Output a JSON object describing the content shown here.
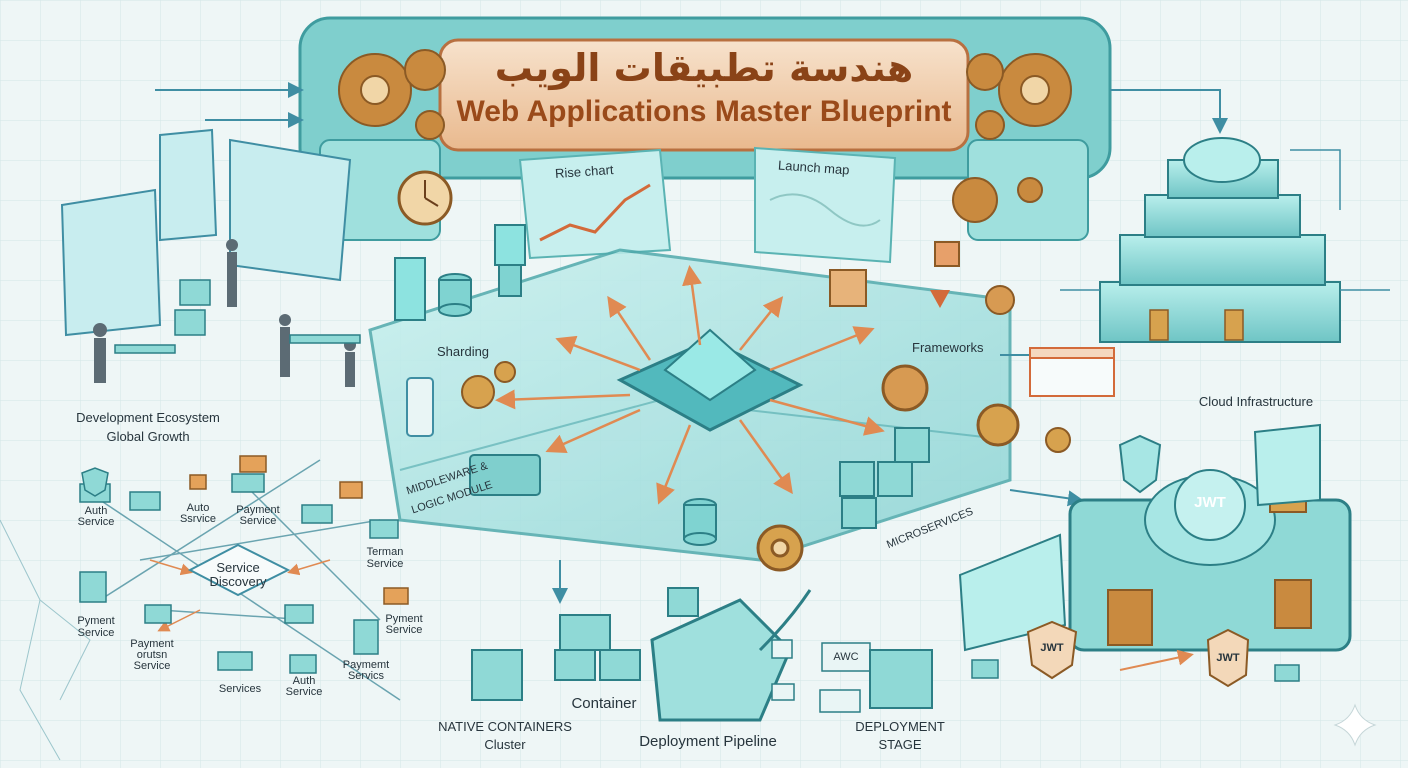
{
  "title": {
    "arabic": "هندسة تطبيقات الويب",
    "english": "Web Applications Master Blueprint"
  },
  "screens": {
    "rise_chart": "Rise chart",
    "launch_map": "Launch map"
  },
  "platform": {
    "sharding": "Sharding",
    "frameworks": "Frameworks",
    "middleware_line1": "MIDDLEWARE &",
    "middleware_line2": "LOGIC MODULE",
    "microservices": "MICROSERVICES"
  },
  "left": {
    "ecosystem_line1": "Development Ecosystem",
    "ecosystem_line2": "Global Growth"
  },
  "services": {
    "auth_service_a_line1": "Auth",
    "auth_service_a_line2": "Service",
    "auto_service_line1": "Auto",
    "auto_service_line2": "Ssrvice",
    "payment_service_top_line1": "Payment",
    "payment_service_top_line2": "Service",
    "service_discovery_line1": "Service",
    "service_discovery_line2": "Discovery",
    "terman_service_line1": "Terman",
    "terman_service_line2": "Service",
    "pyment_service_line1": "Pyment",
    "pyment_service_line2": "Service",
    "payment_orutsn_line1": "Payment",
    "payment_orutsn_line2": "orutsn",
    "payment_orutsn_line3": "Service",
    "pyment_service_right_line1": "Pyment",
    "pyment_service_right_line2": "Service",
    "services": "Services",
    "auth_service_b_line1": "Auth",
    "auth_service_b_line2": "Service",
    "paymemt_line1": "Paymemt",
    "paymemt_line2": "Servics"
  },
  "bottom": {
    "container": "Container",
    "native_line1": "NATIVE CONTAINERS",
    "native_line2": "Cluster",
    "pipeline": "Deployment Pipeline",
    "stage_line1": "DEPLOYMENT",
    "stage_line2": "STAGE",
    "awc": "AWC"
  },
  "right": {
    "cloud": "Cloud Infrastructure",
    "jwt_main": "JWT",
    "jwt_shield_left": "JWT",
    "jwt_shield_right": "JWT"
  },
  "colors": {
    "teal": "#8fd9d6",
    "teal_dark": "#3f9c9f",
    "copper": "#c9865a",
    "gold": "#d7a24e",
    "cream": "#f4dcc3",
    "arrow_orange": "#e08a52"
  }
}
